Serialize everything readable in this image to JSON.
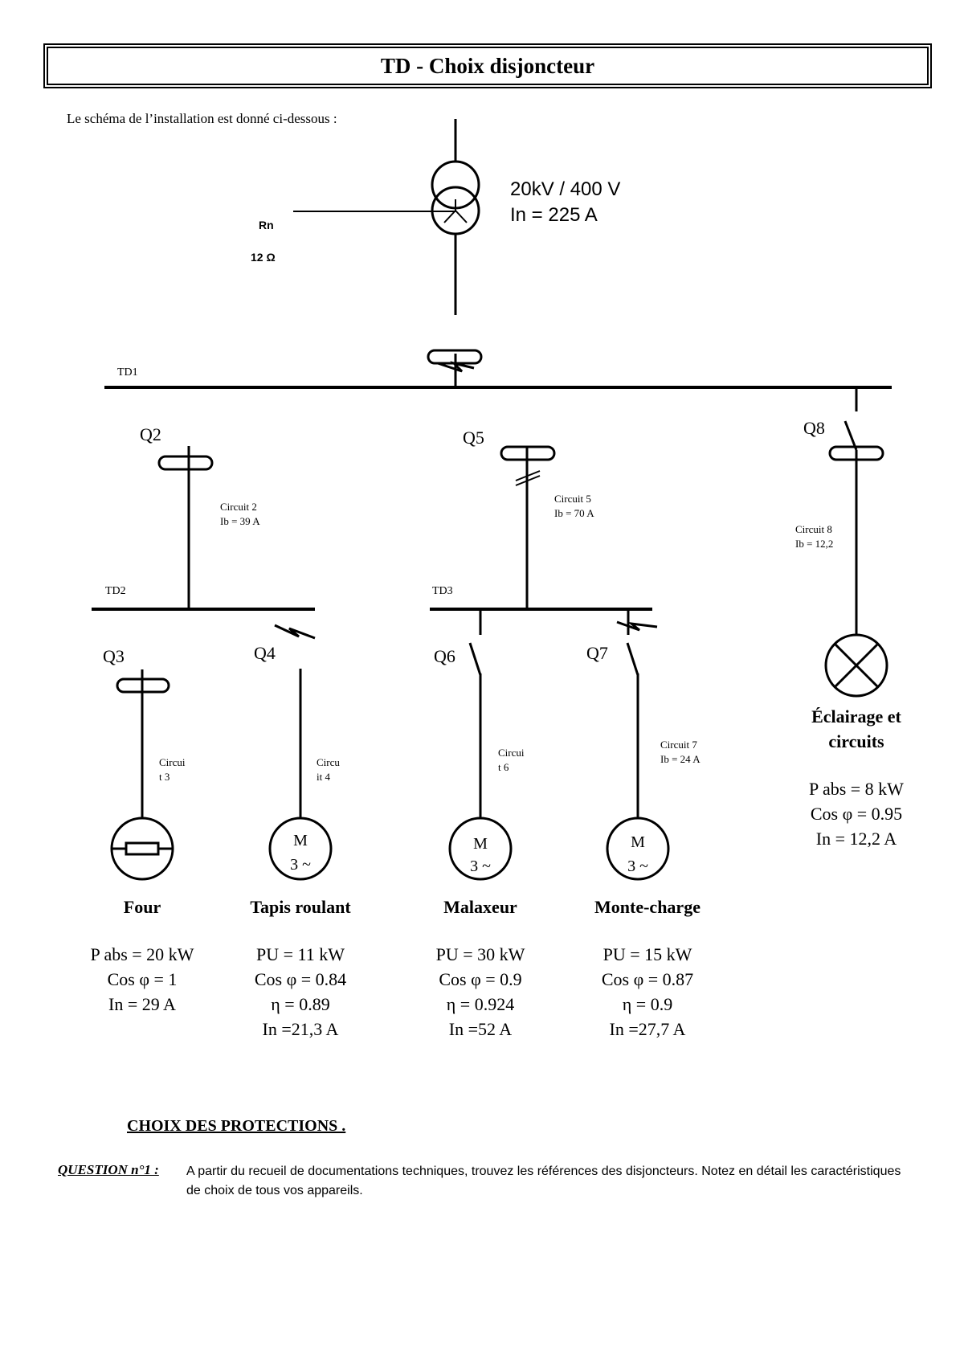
{
  "title": "TD - Choix disjoncteur",
  "intro": "Le schéma de l’installation est donné ci-dessous :",
  "transformer": {
    "ratio": "20kV / 400 V",
    "current": "In = 225 A"
  },
  "neutral_resistor": {
    "label": "Rn",
    "value": "12 Ω"
  },
  "buses": {
    "td1": "TD1",
    "td2": "TD2",
    "td3": "TD3"
  },
  "breakers": {
    "q2": "Q2",
    "q3": "Q3",
    "q4": "Q4",
    "q5": "Q5",
    "q6": "Q6",
    "q7": "Q7",
    "q8": "Q8"
  },
  "circuits": {
    "c2_l1": "Circuit 2",
    "c2_l2": "Ib = 39 A",
    "c5_l1": "Circuit 5",
    "c5_l2": "Ib = 70 A",
    "c8_l1": "Circuit 8",
    "c8_l2": "Ib = 12,2",
    "c3_l1": "Circui",
    "c3_l2": "t 3",
    "c4_l1": "Circu",
    "c4_l2": "it 4",
    "c6_l1": "Circui",
    "c6_l2": "t 6",
    "c7_l1": "Circuit 7",
    "c7_l2": "Ib = 24 A"
  },
  "motor_symbol": {
    "m": "M",
    "phase": "3 ~"
  },
  "loads": {
    "four": {
      "name": "Four",
      "l1": "P abs = 20 kW",
      "l2": "Cos φ = 1",
      "l3": "In = 29 A"
    },
    "tapis": {
      "name": "Tapis roulant",
      "l1": "PU = 11 kW",
      "l2": "Cos φ = 0.84",
      "l3": "η = 0.89",
      "l4": "In =21,3 A"
    },
    "malaxeur": {
      "name": "Malaxeur",
      "l1": "PU = 30 kW",
      "l2": "Cos φ = 0.9",
      "l3": "η = 0.924",
      "l4": "In =52 A"
    },
    "monte": {
      "name": "Monte-charge",
      "l1": "PU = 15 kW",
      "l2": "Cos φ = 0.87",
      "l3": "η = 0.9",
      "l4": "In =27,7 A"
    },
    "eclairage": {
      "name_l1": "Éclairage et",
      "name_l2": "circuits",
      "l1": "P abs = 8 kW",
      "l2": "Cos φ = 0.95",
      "l3": "In = 12,2 A"
    }
  },
  "section_heading": "CHOIX DES PROTECTIONS .",
  "question": {
    "label": "QUESTION n°1 :",
    "text": "A partir du recueil de documentations techniques, trouvez les références des disjoncteurs. Notez en détail les caractéristiques de choix de tous vos appareils."
  }
}
